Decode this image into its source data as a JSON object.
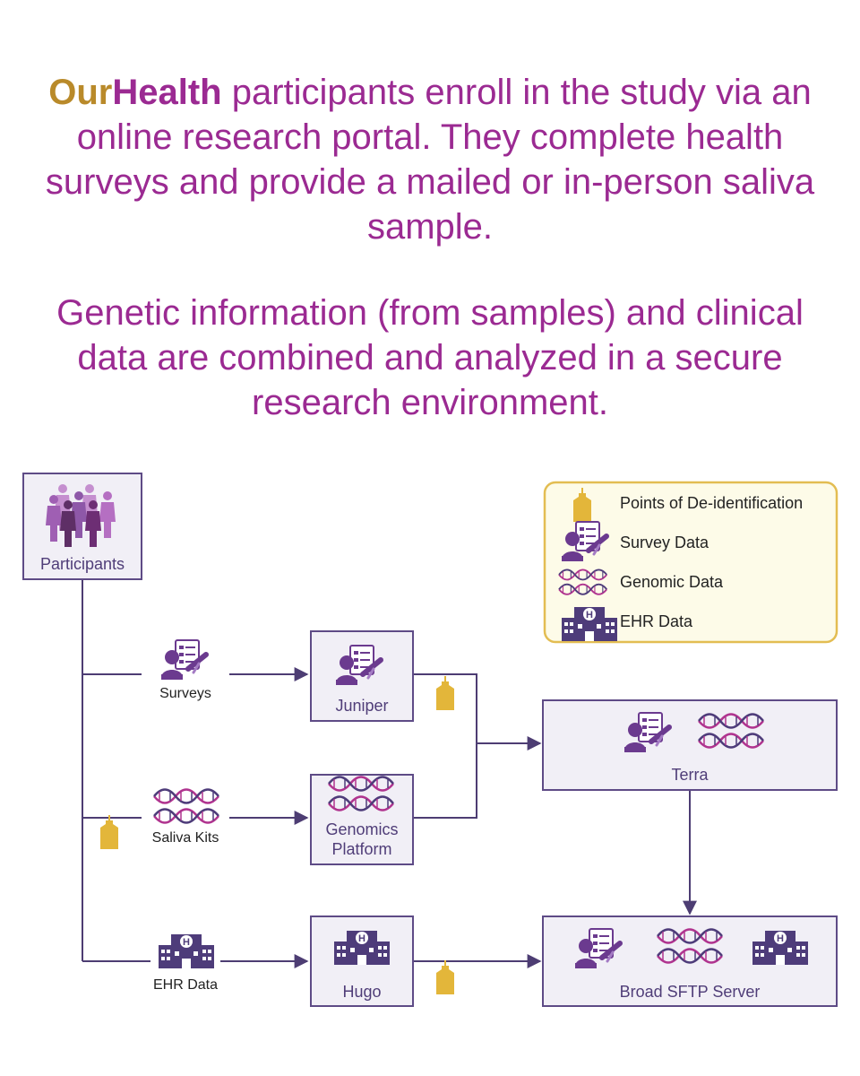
{
  "intro": {
    "brand_our": "Our",
    "brand_health": "Health",
    "para1_rest": " participants enroll in the study via an online research portal. They complete health surveys and provide a mailed or in-person saliva sample.",
    "para2": "Genetic information (from samples) and clinical data are combined and analyzed in a secure research environment."
  },
  "legend": {
    "items": [
      {
        "icon": "tag-icon",
        "label": "Points of De-identification"
      },
      {
        "icon": "survey-icon",
        "label": "Survey Data"
      },
      {
        "icon": "dna-icon",
        "label": "Genomic Data"
      },
      {
        "icon": "hospital-icon",
        "label": "EHR Data"
      }
    ]
  },
  "nodes": {
    "participants": "Participants",
    "juniper": "Juniper",
    "genomics_line1": "Genomics",
    "genomics_line2": "Platform",
    "hugo": "Hugo",
    "terra": "Terra",
    "broad": "Broad SFTP Server"
  },
  "branches": {
    "surveys": "Surveys",
    "saliva": "Saliva Kits",
    "ehr": "EHR Data"
  },
  "colors": {
    "title_purple": "#9b2a92",
    "brand_gold": "#b98a2a",
    "icon_purple": "#6b3a8f",
    "tag_gold": "#e3b63a",
    "dna_pink": "#b0348f",
    "box_fill": "#f1eff6",
    "box_stroke": "#5e4b86"
  }
}
